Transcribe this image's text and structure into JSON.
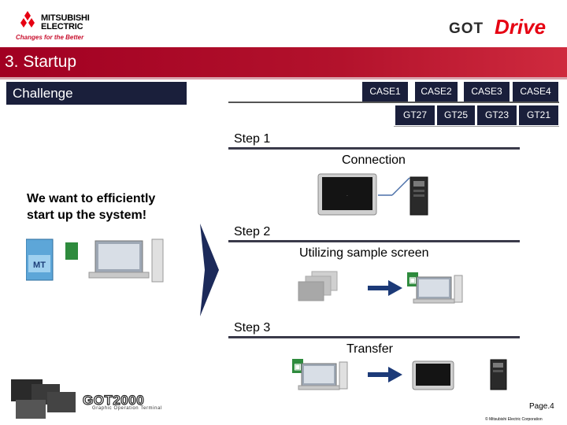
{
  "header": {
    "brand_line1": "MITSUBISHI",
    "brand_line2": "ELECTRIC",
    "tagline": "Changes for the Better",
    "product_logo": "GOT Drive",
    "product_logo_parts": [
      "GOT",
      "Drive"
    ]
  },
  "title": "3. Startup",
  "challenge": {
    "label": "Challenge",
    "text_line1": "We want to efficiently",
    "text_line2": "start up the system!"
  },
  "cases": [
    {
      "case": "CASE1",
      "model": ""
    },
    {
      "case": "CASE2",
      "model": "GT27"
    },
    {
      "case": "CASE3",
      "model": "GT25"
    },
    {
      "case": "CASE4",
      "model": "GT23"
    },
    {
      "case": "",
      "model": "GT21"
    }
  ],
  "case_labels": [
    "CASE1",
    "CASE2",
    "CASE3",
    "CASE4"
  ],
  "model_labels": [
    "GT27",
    "GT25",
    "GT23",
    "GT21"
  ],
  "steps": [
    {
      "label": "Step 1",
      "caption": "Connection"
    },
    {
      "label": "Step 2",
      "caption": "Utilizing sample screen"
    },
    {
      "label": "Step 3",
      "caption": "Transfer"
    }
  ],
  "footer": {
    "got2000": "GOT2000",
    "got2000_sub": "Graphic Operation Terminal",
    "page": "Page.4",
    "copyright": "© Mitsubishi Electric Corporation"
  },
  "colors": {
    "title_band": "#b3122c",
    "dark_navy": "#1a1f3b",
    "arrow_navy": "#1c2a5a",
    "mitsubishi_red": "#e60012"
  },
  "icons": [
    "mitsubishi-diamonds-icon",
    "hmi-panel-icon",
    "plc-icon",
    "software-box-icon",
    "laptop-icon",
    "screen-stack-icon",
    "right-arrow-icon"
  ]
}
